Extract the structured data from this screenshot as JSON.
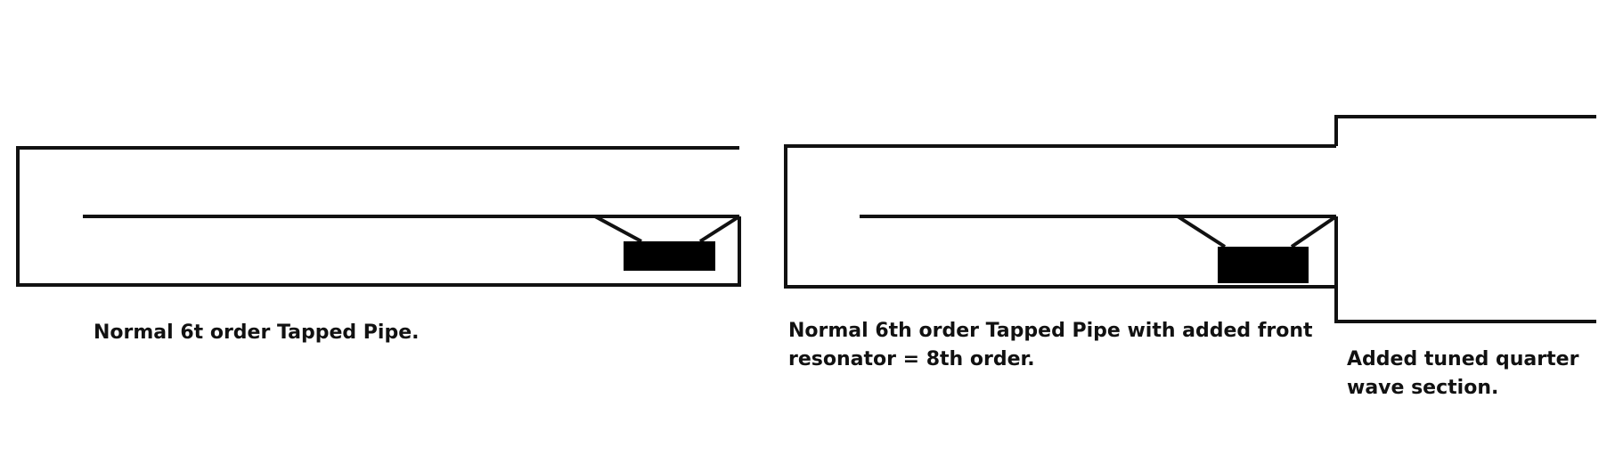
{
  "colors": {
    "stroke": "#111111",
    "background": "#ffffff",
    "driver": "#000000"
  },
  "captions": {
    "left": "Normal 6t order Tapped Pipe.",
    "middle_line1": "Normal 6th order Tapped Pipe with added front",
    "middle_line2": "resonator = 8th order.",
    "right_line1": "Added tuned quarter",
    "right_line2": "wave section."
  }
}
